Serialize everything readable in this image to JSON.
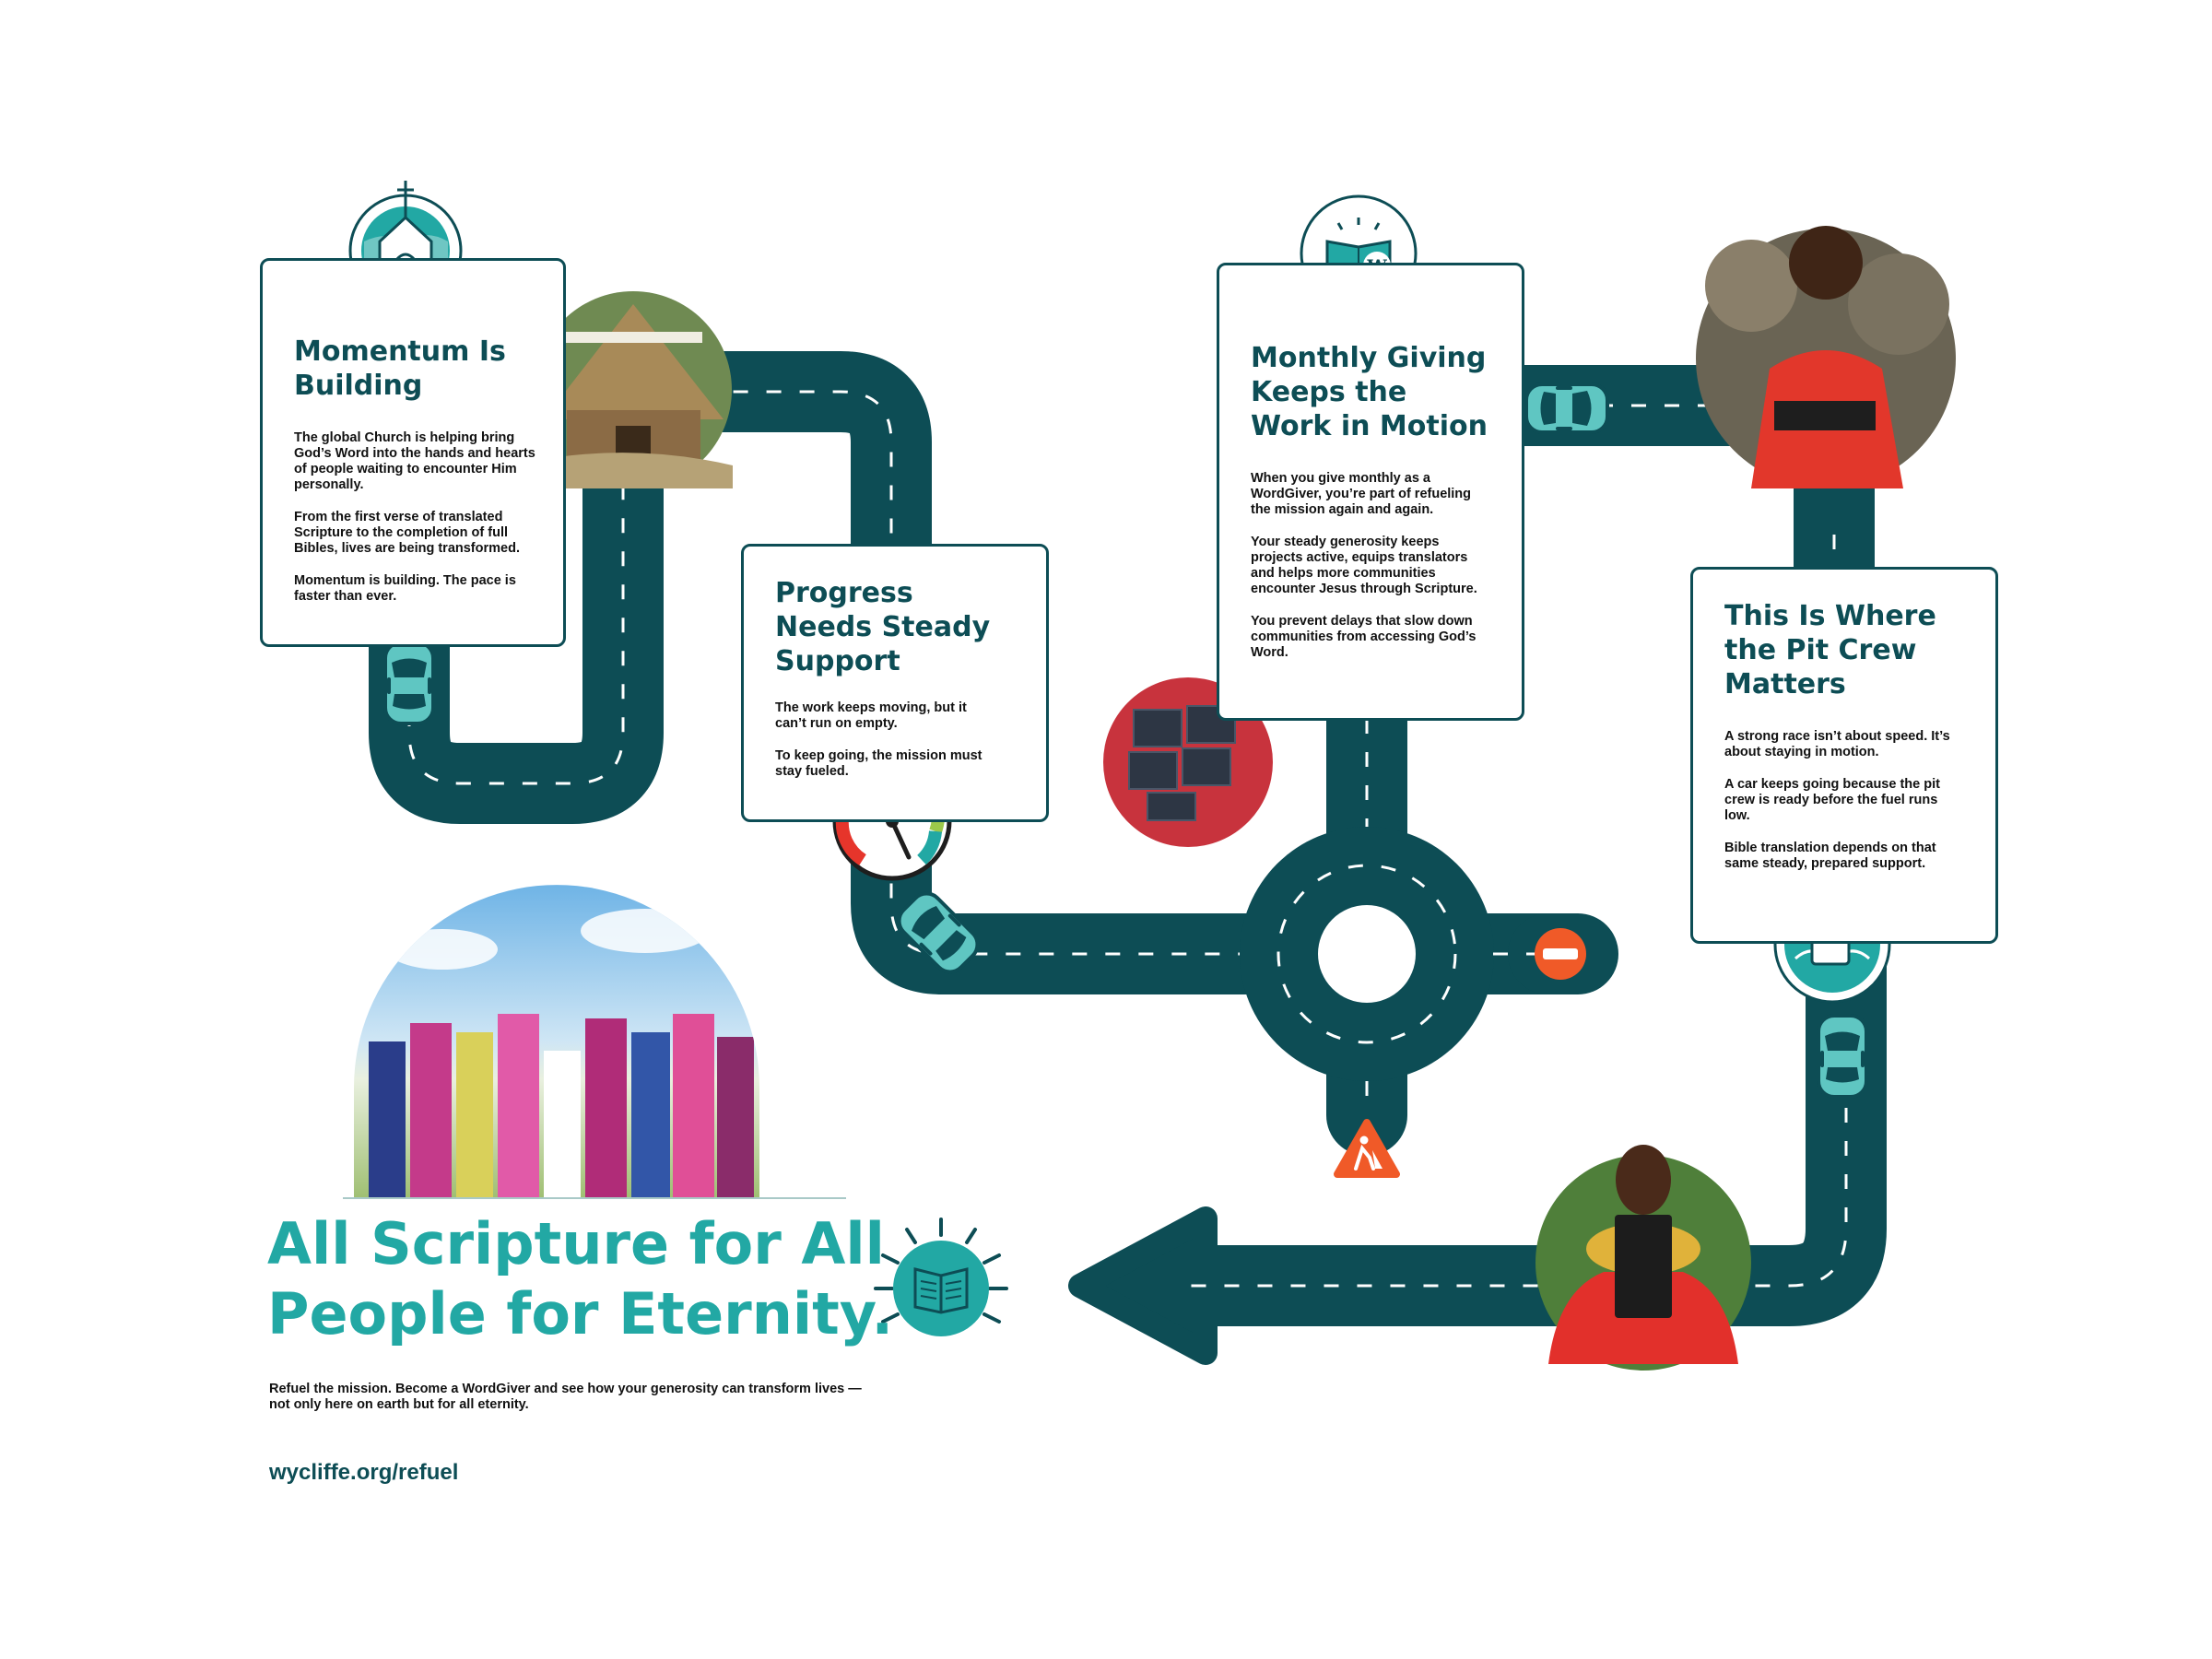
{
  "cards": [
    {
      "title": "Momentum Is Building",
      "paragraphs": [
        "The global Church is helping bring God’s Word into the hands and hearts of people waiting to encounter Him personally.",
        "From the first verse of translated Scripture to the completion of full Bibles, lives are being transformed.",
        "Momentum is building. The pace is faster than ever."
      ]
    },
    {
      "title": "Progress Needs Steady Support",
      "paragraphs": [
        "The work keeps moving, but it can’t run on empty.",
        "To keep going, the mission must stay fueled."
      ]
    },
    {
      "title": "Monthly Giving Keeps the Work in Motion",
      "paragraphs": [
        "When you give monthly as a WordGiver, you’re part of refueling the mission again and again.",
        "Your steady generosity keeps projects active, equips translators and helps more communities encounter Jesus through Scripture.",
        "You prevent delays that slow down communities from accessing God’s Word."
      ]
    },
    {
      "title": "This Is Where the Pit Crew Matters",
      "paragraphs": [
        "A strong race isn’t about speed. It’s about staying in motion.",
        "A car keeps going because the pit crew is ready before the fuel runs low.",
        "Bible translation depends on that same steady, prepared support."
      ]
    }
  ],
  "footer": {
    "headline": "All Scripture for All People for Eternity.",
    "body": "Refuel the mission. Become a WordGiver and see how your generosity can transform lives — not only here on earth but for all eternity.",
    "url": "wycliffe.org/refuel"
  },
  "book_icon_letter": "W",
  "colors": {
    "road": "#0d4d55",
    "accent": "#22a8a4",
    "teal_light": "#5fc6c2",
    "warning": "#f05a28"
  },
  "icons": [
    "church-globe-icon",
    "speedometer-gauge-icon",
    "open-book-w-icon",
    "fuel-pump-icon",
    "no-entry-sign-icon",
    "road-work-sign-icon",
    "open-bible-icon",
    "car-icon"
  ]
}
